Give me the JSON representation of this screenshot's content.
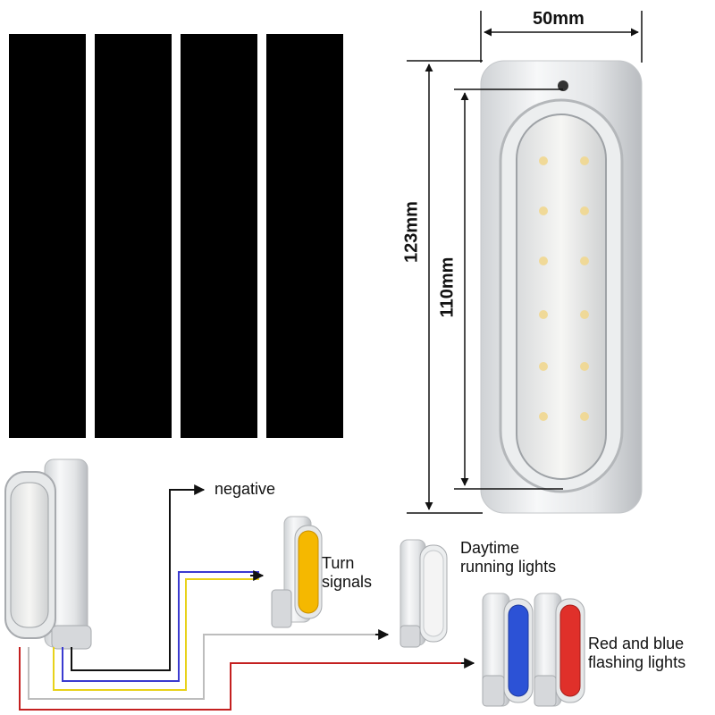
{
  "dimensions": {
    "width": "50mm",
    "outer_height": "123mm",
    "inner_height": "110mm"
  },
  "labels": {
    "negative": "negative",
    "turn_line1": "Turn",
    "turn_line2": "signals",
    "drl_line1": "Daytime",
    "drl_line2": "running lights",
    "rb_line1": "Red and blue",
    "rb_line2": "flashing lights"
  },
  "colors": {
    "strip": "#000000",
    "wire_black": "#111111",
    "wire_blue": "#3a3ad0",
    "wire_yellow": "#e8d21a",
    "wire_white": "#bdbdbd",
    "wire_red": "#c42020",
    "lens_amber": "#f5b800",
    "lens_white": "#f4f4f4",
    "lens_blue": "#2c52d6",
    "lens_red": "#e0302a",
    "chrome": "#e2e4e6"
  }
}
